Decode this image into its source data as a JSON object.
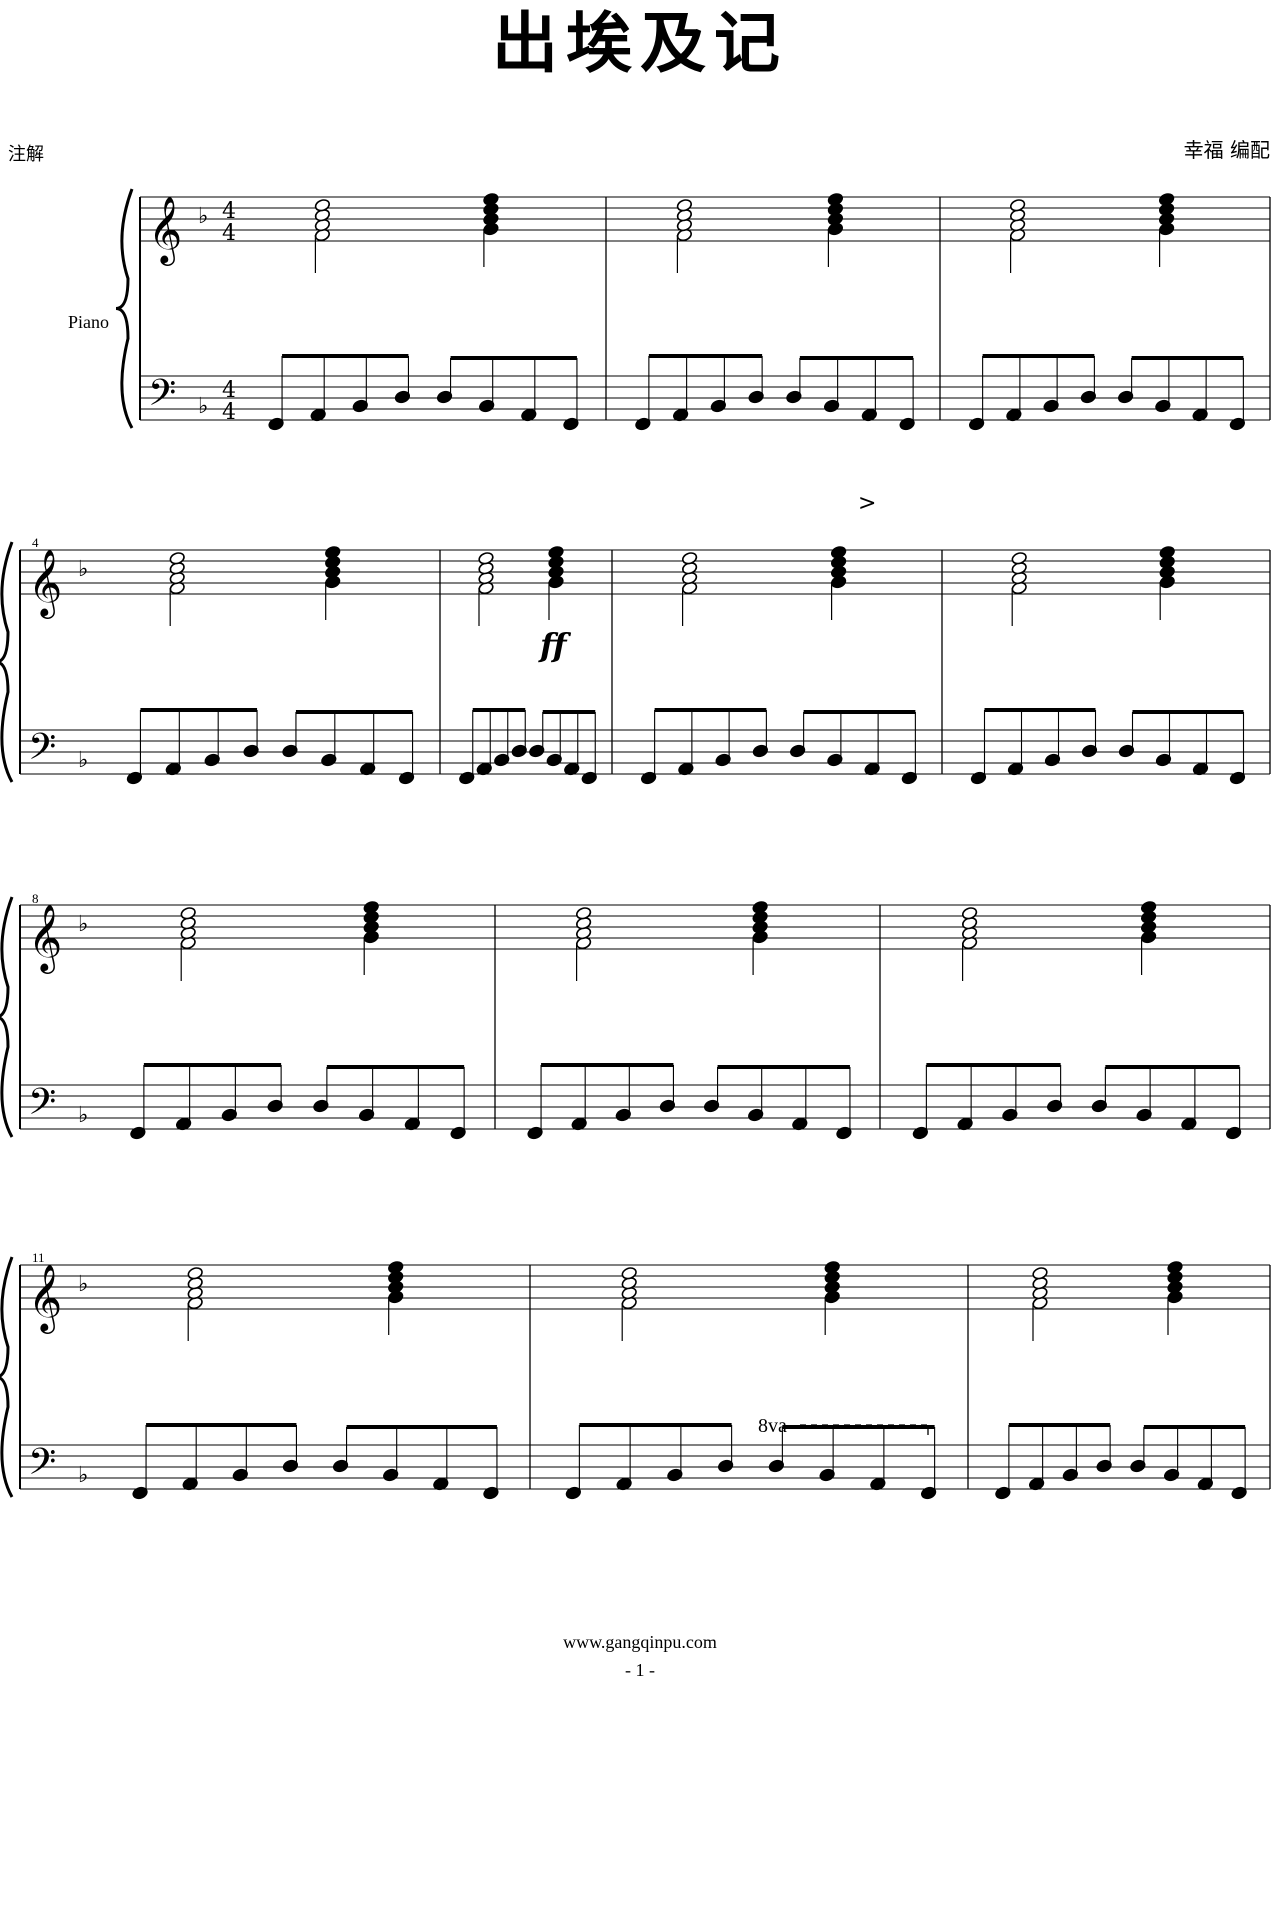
{
  "header": {
    "title": "出埃及记",
    "left_note": "注解",
    "arranger": "幸福  编配",
    "instrument": "Piano"
  },
  "music": {
    "key_signature": "one flat",
    "time_signature": "4/4",
    "systems": [
      {
        "start_measure": "",
        "measures": 3
      },
      {
        "start_measure": "4",
        "measures": 4
      },
      {
        "start_measure": "8",
        "measures": 3
      },
      {
        "start_measure": "11",
        "measures": 3
      }
    ],
    "dynamic": "ff",
    "ottava": "8va",
    "accent": ">"
  },
  "footer": {
    "site": "www.gangqinpu.com",
    "page": "- 1 -"
  }
}
